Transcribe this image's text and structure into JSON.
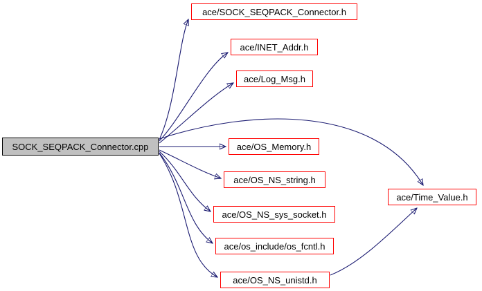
{
  "graph": {
    "type": "include-dependency-graph",
    "source": {
      "label": "SOCK_SEQPACK_Connector.cpp"
    },
    "nodes": [
      {
        "label": "ace/SOCK_SEQPACK_Connector.h"
      },
      {
        "label": "ace/INET_Addr.h"
      },
      {
        "label": "ace/Log_Msg.h"
      },
      {
        "label": "ace/OS_Memory.h"
      },
      {
        "label": "ace/OS_NS_string.h"
      },
      {
        "label": "ace/OS_NS_sys_socket.h"
      },
      {
        "label": "ace/os_include/os_fcntl.h"
      },
      {
        "label": "ace/OS_NS_unistd.h"
      },
      {
        "label": "ace/Time_Value.h"
      }
    ],
    "edges": [
      {
        "from": "SOCK_SEQPACK_Connector.cpp",
        "to": "ace/SOCK_SEQPACK_Connector.h"
      },
      {
        "from": "SOCK_SEQPACK_Connector.cpp",
        "to": "ace/INET_Addr.h"
      },
      {
        "from": "SOCK_SEQPACK_Connector.cpp",
        "to": "ace/Log_Msg.h"
      },
      {
        "from": "SOCK_SEQPACK_Connector.cpp",
        "to": "ace/Time_Value.h"
      },
      {
        "from": "SOCK_SEQPACK_Connector.cpp",
        "to": "ace/OS_Memory.h"
      },
      {
        "from": "SOCK_SEQPACK_Connector.cpp",
        "to": "ace/OS_NS_string.h"
      },
      {
        "from": "SOCK_SEQPACK_Connector.cpp",
        "to": "ace/OS_NS_sys_socket.h"
      },
      {
        "from": "SOCK_SEQPACK_Connector.cpp",
        "to": "ace/os_include/os_fcntl.h"
      },
      {
        "from": "SOCK_SEQPACK_Connector.cpp",
        "to": "ace/OS_NS_unistd.h"
      },
      {
        "from": "ace/OS_NS_unistd.h",
        "to": "ace/Time_Value.h"
      }
    ],
    "colors": {
      "edge": "#191970",
      "header_node_border": "#ff0000",
      "source_node_fill": "#c0c0c0",
      "source_node_border": "#000000",
      "background": "#ffffff"
    }
  }
}
